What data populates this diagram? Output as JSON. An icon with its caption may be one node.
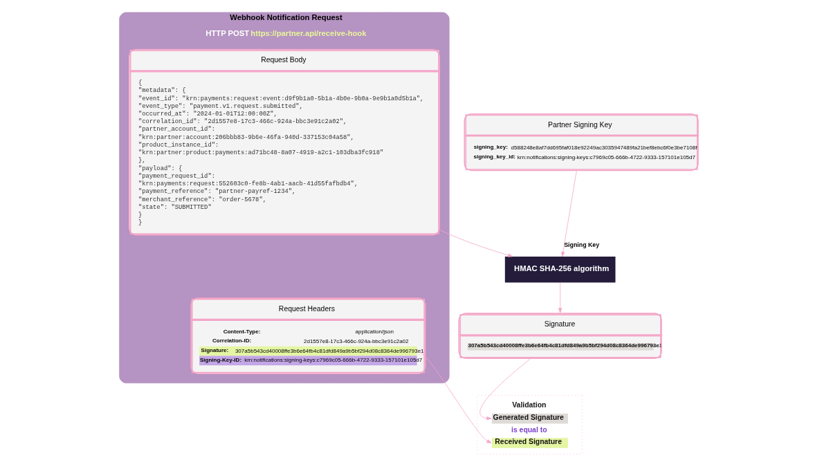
{
  "diagram": {
    "nodes": [
      {
        "text": [
          "Webhook Notification Request",
          "HTTP POST https://partner.api/receive-hook"
        ]
      },
      {
        "text": [
          "Request Body",
          "{",
          "\"metadata\": {",
          "\"event_id\": \"krn:payments:request:event:d9f9b1a0-5b1a-4b0e-9b0a-9e9b1a0d5b1a\",",
          "\"event_type\": \"payment.v1.request.submitted\",",
          "\"occurred_at\": \"2024-01-01T12:00:00Z\",",
          "\"correlation_id\": \"2d1557e8-17c3-466c-924a-bbc3e91c2a02\",",
          "\"partner_account_id\":",
          "\"krn:partner:account:206bbb83-9b6e-46fa-940d-337153c04a58\",",
          "\"product_instance_id\":",
          "\"krn:partner:product:payments:ad71bc48-8a07-4919-a2c1-103dba3fc918\"",
          "},",
          "\"payload\": {",
          "\"payment_request_id\":",
          "\"krn:payments:request:552603c0-fe8b-4ab1-aacb-41d55fafbdb4\",",
          "\"payment_reference\": \"partner-payref-1234\",",
          "\"merchant_reference\": \"order-5678\",",
          "\"state\": \"SUBMITTED\"",
          "}",
          "}"
        ],
        "in": 0
      },
      {
        "text": [
          "Request Headers",
          "Content-Type: application/json",
          "Correlation-ID: 2d1557e8-17c3-466c-924a-bbc3e91c2a02",
          "Signature: 307a5b543cd40008ffe3b6e64fb4c81dfd849a9b5bf294d08c8364de996793e1",
          "Signing-Key-ID: krn:notifications:signing-keys:c7969c05-666b-4722-9333-157101e105d7"
        ],
        "in": 0
      },
      {
        "text": [
          "Partner Signing Key",
          "signing_key: d588248e8af7dd695faf018e92249ac3035947489fa21bef8ebc6f0e3be7108f",
          "signing_key_id: krn:notifications:signing-keys:c7969c05-666b-4722-9333-157101e105d7"
        ]
      },
      {
        "text": [
          "HMAC SHA-256 algorithm"
        ]
      },
      {
        "text": [
          "Signature",
          "307a5b543cd40008ffe3b6e64fb4c81dfd849a9b5bf294d08c8364de996793e1"
        ]
      },
      {
        "text": [
          "Validation",
          "Generated Signature",
          "is equal to",
          "Received Signature"
        ]
      }
    ],
    "edges": [
      {
        "from": 3,
        "to": 4,
        "arrow": "to",
        "label": "Signing Key"
      },
      {
        "from": 1,
        "to": 4,
        "arrow": "to"
      },
      {
        "from": 4,
        "to": 5,
        "arrow": "to"
      },
      {
        "from": 5,
        "to": 6,
        "arrow": "to"
      },
      {
        "from": 2,
        "to": 6,
        "arrow": "to"
      }
    ]
  }
}
